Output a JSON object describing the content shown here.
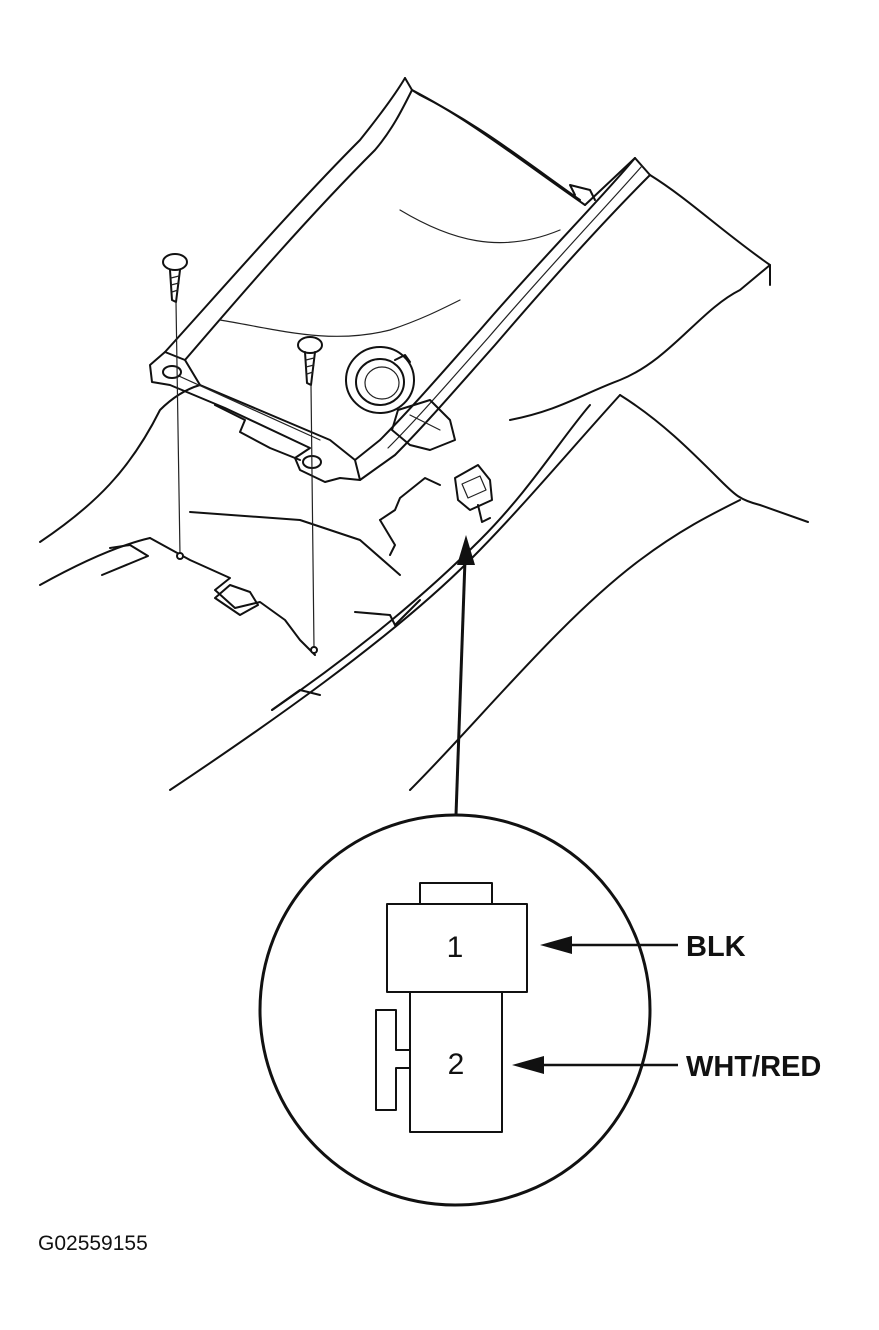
{
  "detail": {
    "pin_1_number": "1",
    "pin_2_number": "2",
    "pin_1_wire_color": "BLK",
    "pin_2_wire_color": "WHT/RED"
  },
  "figure_id": "G02559155"
}
